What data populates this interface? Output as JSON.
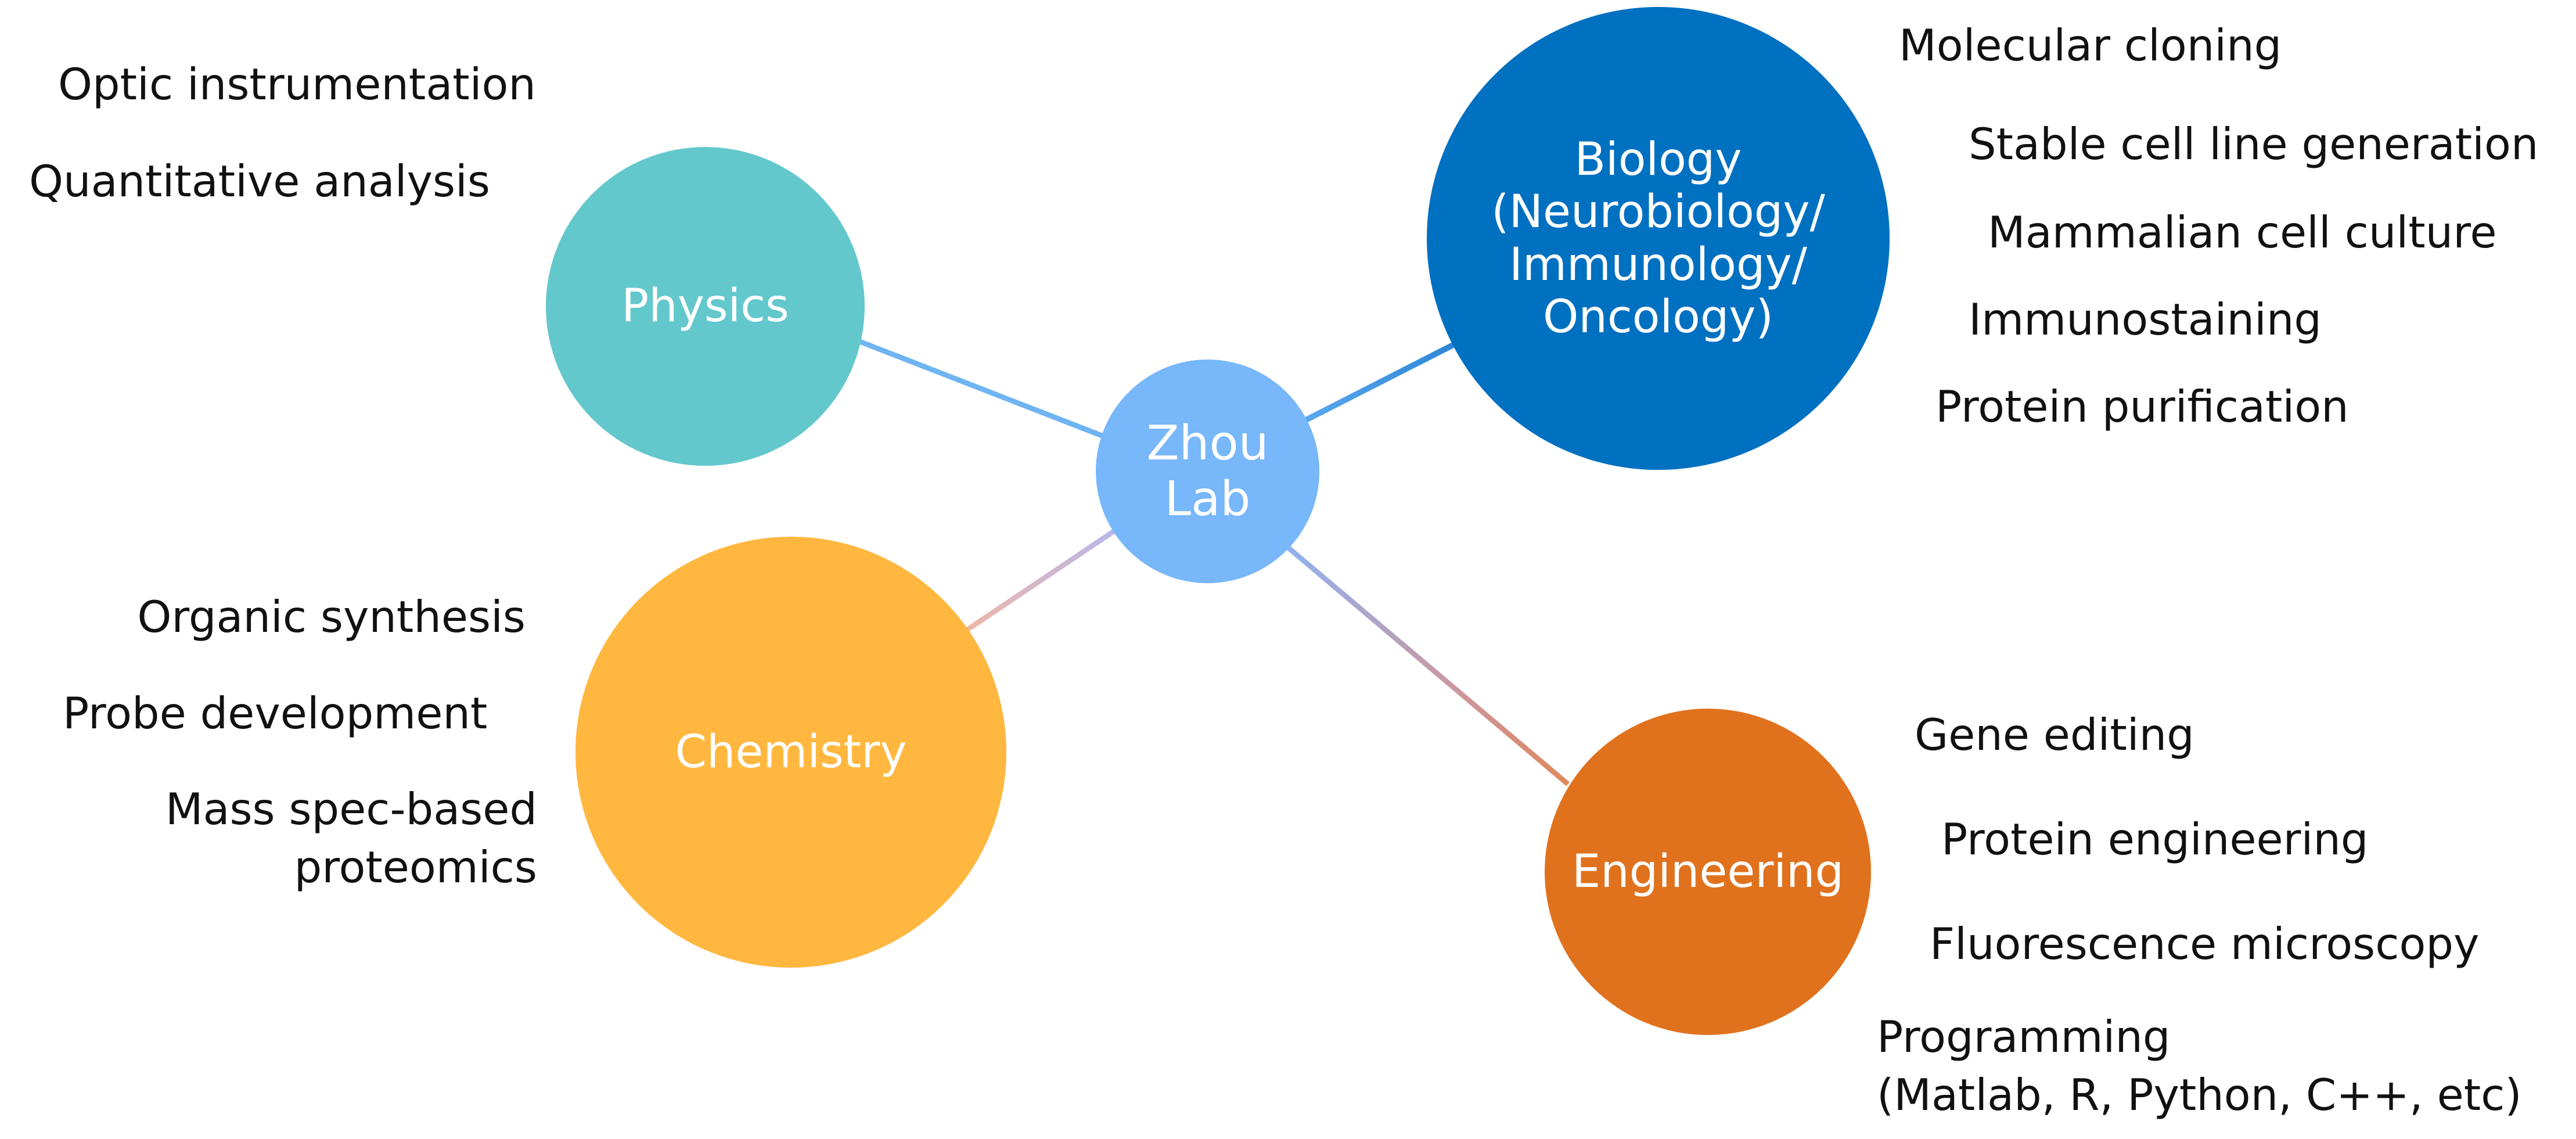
{
  "colors": {
    "center": "#77b7fa",
    "physics": "#63c8cc",
    "biology": "#0070c1",
    "chemistry": "#ffb73f",
    "engineering": "#e0721e",
    "connector_blue": "#6fb4f3",
    "connector_pink": "#e6b8c0",
    "connector_orange": "#e0885a"
  },
  "center": {
    "lines": [
      "Zhou",
      "Lab"
    ]
  },
  "disciplines": {
    "physics": {
      "lines": [
        "Physics"
      ],
      "skills": [
        "Optic instrumentation",
        "Quantitative analysis"
      ]
    },
    "biology": {
      "lines": [
        "Biology",
        "(Neurobiology/",
        "Immunology/",
        "Oncology)"
      ],
      "skills": [
        "Molecular cloning",
        "Stable cell line generation",
        "Mammalian cell culture",
        "Immunostaining",
        "Protein purification"
      ]
    },
    "chemistry": {
      "lines": [
        "Chemistry"
      ],
      "skills": [
        "Organic synthesis",
        "Probe development",
        "Mass spec-based",
        "proteomics"
      ]
    },
    "engineering": {
      "lines": [
        "Engineering"
      ],
      "skills": [
        "Gene editing",
        "Protein engineering",
        "Fluorescence microscopy",
        "Programming",
        "(Matlab, R, Python, C++, etc)"
      ]
    }
  }
}
